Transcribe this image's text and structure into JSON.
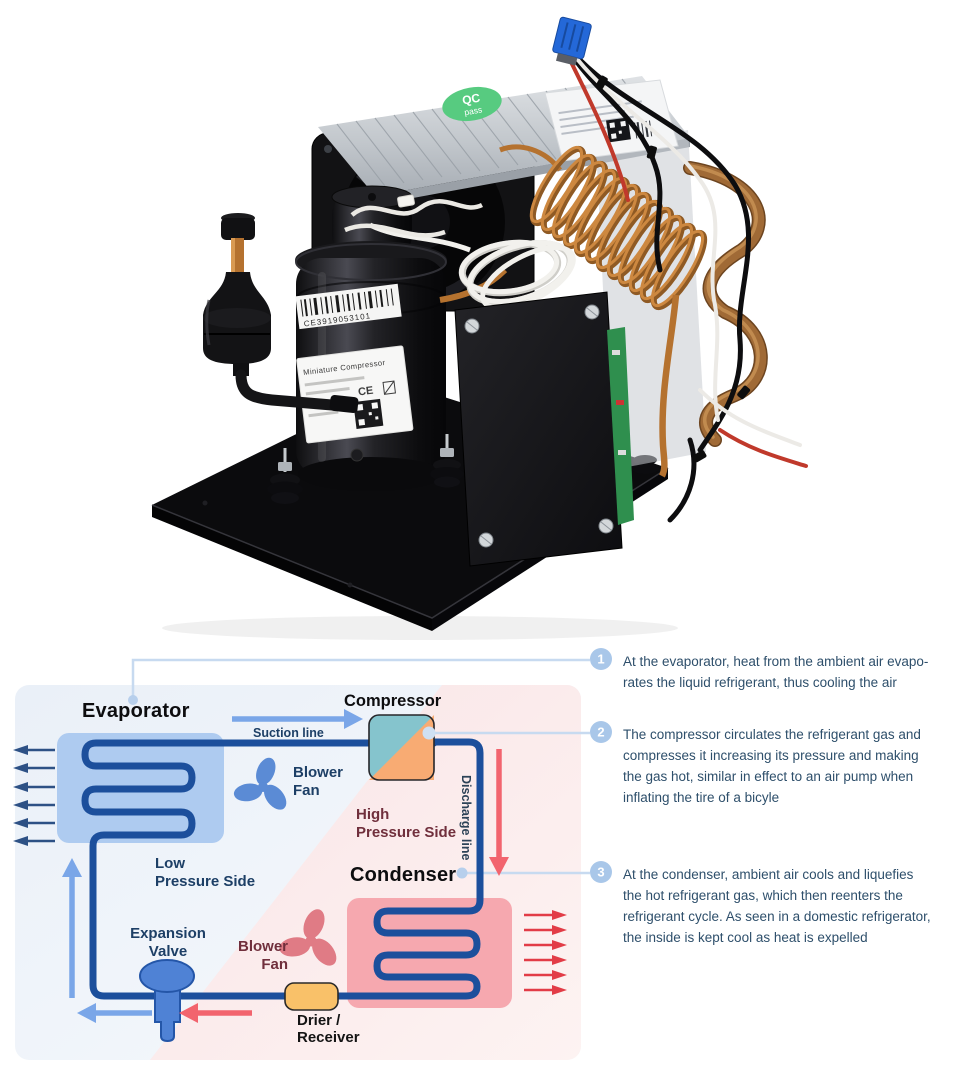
{
  "photo": {
    "qc_sticker": {
      "line1": "QC",
      "line2": "pass"
    },
    "barcode_label": {
      "number": "CE3919053101"
    },
    "compressor_label": {
      "title": "Miniature Compressor",
      "ce_mark": "CE"
    }
  },
  "diagram": {
    "components": {
      "evaporator": "Evaporator",
      "compressor": "Compressor",
      "condenser": "Condenser",
      "expansion_valve": "Expansion\nValve",
      "drier_receiver": "Drier /\nReceiver",
      "blower_fan_evaporator": "Blower\nFan",
      "blower_fan_condenser": "Blower\nFan"
    },
    "lines": {
      "suction": "Suction line",
      "discharge": "Discharge line"
    },
    "zones": {
      "low": "Low\nPressure Side",
      "high": "High\nPressure Side"
    },
    "colors": {
      "pipe": "#1c4f9c",
      "evaporator": "#aecbf0",
      "condenser": "#f6a8af",
      "compressor_cool": "#85c4cd",
      "compressor_hot": "#f8ab73",
      "drier": "#f9c169",
      "valve_blue": "#4f82d5",
      "fan_blue": "#5b8bd5",
      "fan_pink": "#e07b85",
      "arrow_light_blue": "#7aa6e8",
      "arrow_red_large": "#f2646e",
      "arrow_red_small": "#e23c47",
      "arrow_navy": "#2d5185",
      "callout": "#c7daf0",
      "badge": "#a9c7e9"
    }
  },
  "annotations": [
    {
      "number": "1",
      "text": "At the evaporator, heat from the ambient air evapo-\nrates the liquid refrigerant, thus cooling the air"
    },
    {
      "number": "2",
      "text": "The compressor circulates the refrigerant gas and\ncompresses it increasing its pressure and making\nthe gas hot, similar in effect to an air pump when\ninflating the tire of a bicyle"
    },
    {
      "number": "3",
      "text": "At the condenser, ambient air cools and liquefies\nthe hot refrigerant gas, which then reenters the\nrefrigerant cycle. As seen in a domestic refrigerator,\nthe inside is kept cool as heat is expelled"
    }
  ]
}
